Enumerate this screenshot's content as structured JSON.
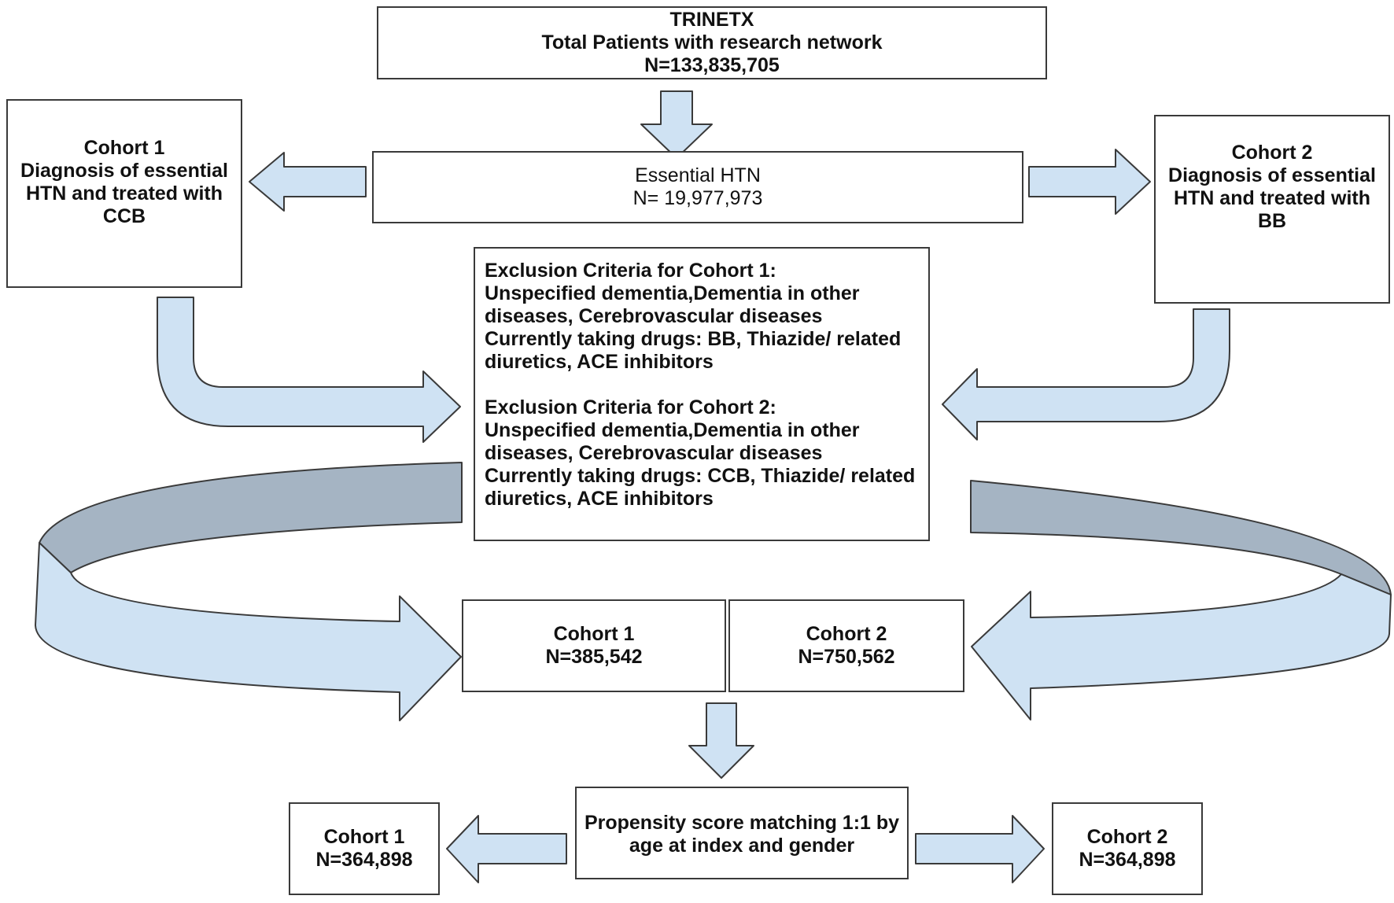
{
  "colors": {
    "arrow_fill": "#cfe2f3",
    "arrow_back": "#a5b4c3",
    "stroke": "#3a3a3a"
  },
  "nodes": {
    "top": {
      "lines": [
        "TRINETX",
        "Total Patients with research network",
        "N=133,835,705"
      ]
    },
    "essential_htn": {
      "lines": [
        "Essential HTN",
        "N= 19,977,973"
      ]
    },
    "cohort1_dx": {
      "lines": [
        "Cohort 1",
        "Diagnosis of essential",
        "HTN and treated with",
        "CCB"
      ]
    },
    "cohort2_dx": {
      "lines": [
        "Cohort 2",
        "Diagnosis of essential",
        "HTN and treated with",
        "BB"
      ]
    },
    "exclusion": {
      "cohort1": [
        "Exclusion Criteria for Cohort 1:",
        "Unspecified dementia,Dementia in other",
        "diseases, Cerebrovascular diseases",
        "Currently taking drugs:  BB, Thiazide/ related",
        "diuretics, ACE inhibitors"
      ],
      "cohort2": [
        "Exclusion Criteria for Cohort 2:",
        "Unspecified dementia,Dementia in other",
        "diseases, Cerebrovascular diseases",
        "Currently taking drugs: CCB, Thiazide/ related",
        "diuretics, ACE inhibitors"
      ]
    },
    "cohort1_n": {
      "lines": [
        "Cohort 1",
        "N=385,542"
      ]
    },
    "cohort2_n": {
      "lines": [
        "Cohort 2",
        "N=750,562"
      ]
    },
    "psm": {
      "lines": [
        "Propensity score matching 1:1 by",
        "age at index and gender"
      ]
    },
    "cohort1_matched": {
      "lines": [
        "Cohort 1",
        "N=364,898"
      ]
    },
    "cohort2_matched": {
      "lines": [
        "Cohort 2",
        "N=364,898"
      ]
    }
  }
}
